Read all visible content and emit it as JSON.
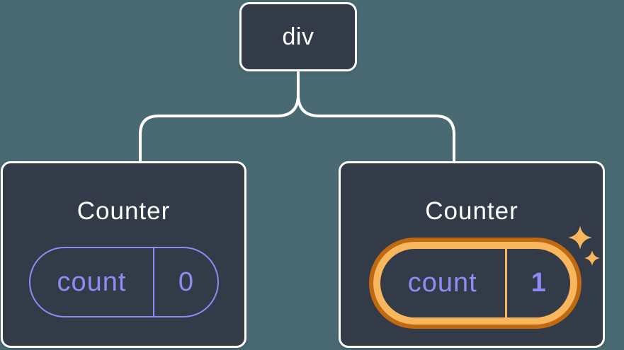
{
  "tree": {
    "root": {
      "label": "div"
    },
    "children": [
      {
        "title": "Counter",
        "state": {
          "key": "count",
          "value": "0"
        },
        "highlighted": false
      },
      {
        "title": "Counter",
        "state": {
          "key": "count",
          "value": "1"
        },
        "highlighted": true
      }
    ]
  },
  "icons": {
    "sparkles": "two four-point stars marking updated state"
  },
  "colors": {
    "background": "#4A6A73",
    "node_fill": "#343B48",
    "node_border": "#FFFFFF",
    "connector": "#FFFFFF",
    "state_accent_purple": "#8C8DF2",
    "highlight_orange_light": "#F8B75C",
    "highlight_orange_dark": "#C1690F"
  }
}
